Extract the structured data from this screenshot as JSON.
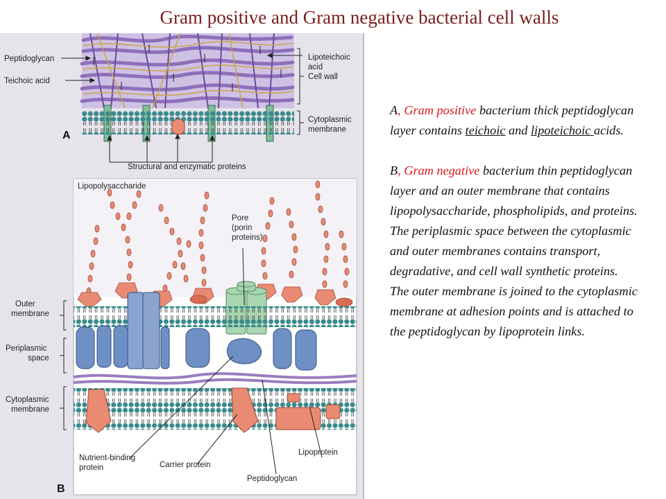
{
  "title": "Gram positive and Gram negative bacterial cell walls",
  "caption": {
    "a_letter": "A",
    "a_comma": ", ",
    "a_term": "Gram positive",
    "a_text1": " bacterium thick peptidoglycan layer contains ",
    "a_teichoic": "teichoic",
    "a_and": " and ",
    "a_lipoteichoic": "lipoteichoic ",
    "a_end": "acids.",
    "b_letter": "B",
    "b_comma": ", ",
    "b_term": "Gram negative",
    "b_text": " bacterium thin peptidoglycan layer and an outer membrane that contains lipopolysaccharide, phospholipids, and proteins. The periplasmic space between the cytoplasmic and outer membranes contains transport, degradative, and cell wall synthetic proteins. The outer membrane is joined to the cytoplasmic membrane at adhesion points and is attached to the peptidoglycan by lipoprotein links."
  },
  "panel_a": {
    "letter": "A",
    "labels": {
      "peptidoglycan": "Peptidoglycan",
      "teichoic_acid": "Teichoic acid",
      "lipoteichoic_1": "Lipoteichoic",
      "lipoteichoic_2": "acid",
      "cell_wall": "Cell wall",
      "cytoplasmic_1": "Cytoplasmic",
      "cytoplasmic_2": "membrane",
      "proteins": "Structural and enzymatic proteins"
    }
  },
  "panel_b": {
    "letter": "B",
    "labels": {
      "lps": "Lipopolysaccharide",
      "pore_1": "Pore",
      "pore_2": "(porin",
      "pore_3": "proteins)",
      "outer_1": "Outer",
      "outer_2": "membrane",
      "peri_1": "Periplasmic",
      "peri_2": "space",
      "cyto_1": "Cytoplasmic",
      "cyto_2": "membrane",
      "nutrient_1": "Nutrient-binding",
      "nutrient_2": "protein",
      "carrier": "Carrier protein",
      "peptidoglycan": "Peptidoglycan",
      "lipoprotein": "Lipoprotein"
    }
  },
  "colors": {
    "title": "#7a1c1c",
    "accent_red": "#d7191c",
    "figure_bg": "#e6e3ec",
    "peptidoglycan": "#9a7cc0",
    "lipid_head": "#3a8a8c",
    "protein_blue": "#6f90c4",
    "protein_salmon": "#e98a72",
    "porin_green": "#a8d6b0"
  }
}
